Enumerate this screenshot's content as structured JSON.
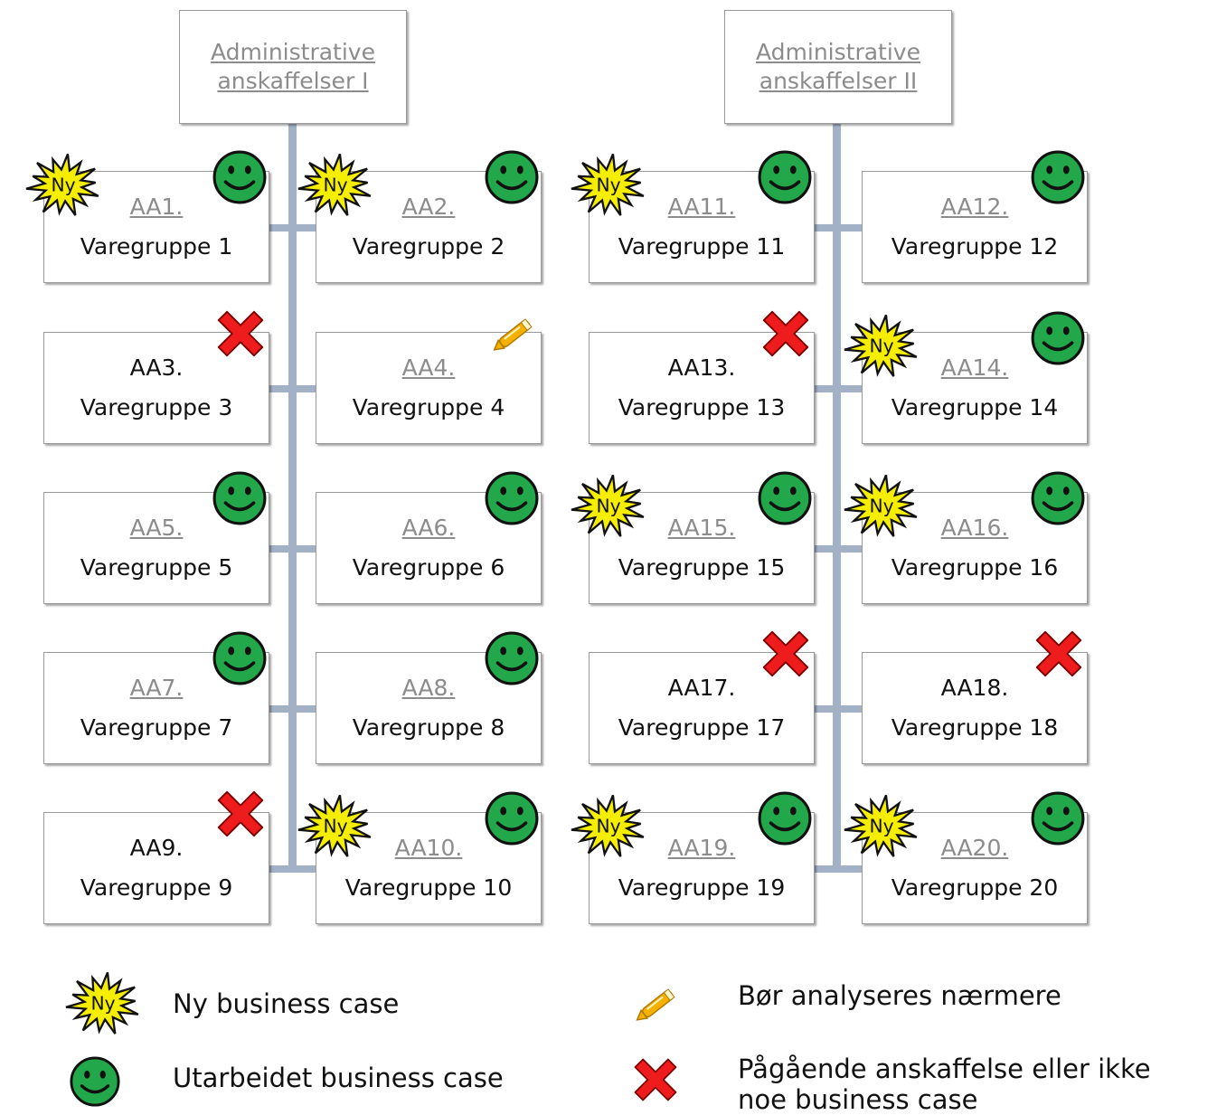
{
  "headers": [
    {
      "line1": "Administrative",
      "line2": "anskaffelser I"
    },
    {
      "line1": "Administrative",
      "line2": "anskaffelser II"
    }
  ],
  "boxes": [
    {
      "code": "AA1.",
      "name": "Varegruppe 1",
      "link": true,
      "status": "utarbeidet",
      "new": true
    },
    {
      "code": "AA2.",
      "name": "Varegruppe 2",
      "link": true,
      "status": "utarbeidet",
      "new": true
    },
    {
      "code": "AA3.",
      "name": "Varegruppe 3",
      "link": false,
      "status": "pagaende",
      "new": false
    },
    {
      "code": "AA4.",
      "name": "Varegruppe 4",
      "link": true,
      "status": "analyseres",
      "new": false
    },
    {
      "code": "AA5.",
      "name": "Varegruppe 5",
      "link": true,
      "status": "utarbeidet",
      "new": false
    },
    {
      "code": "AA6.",
      "name": "Varegruppe 6",
      "link": true,
      "status": "utarbeidet",
      "new": false
    },
    {
      "code": "AA7.",
      "name": "Varegruppe 7",
      "link": true,
      "status": "utarbeidet",
      "new": false
    },
    {
      "code": "AA8.",
      "name": "Varegruppe 8",
      "link": true,
      "status": "utarbeidet",
      "new": false
    },
    {
      "code": "AA9.",
      "name": "Varegruppe 9",
      "link": false,
      "status": "pagaende",
      "new": false
    },
    {
      "code": "AA10.",
      "name": "Varegruppe 10",
      "link": true,
      "status": "utarbeidet",
      "new": true
    },
    {
      "code": "AA11.",
      "name": "Varegruppe 11",
      "link": true,
      "status": "utarbeidet",
      "new": true
    },
    {
      "code": "AA12.",
      "name": "Varegruppe 12",
      "link": true,
      "status": "utarbeidet",
      "new": false
    },
    {
      "code": "AA13.",
      "name": "Varegruppe 13",
      "link": false,
      "status": "pagaende",
      "new": false
    },
    {
      "code": "AA14.",
      "name": "Varegruppe 14",
      "link": true,
      "status": "utarbeidet",
      "new": true
    },
    {
      "code": "AA15.",
      "name": "Varegruppe 15",
      "link": true,
      "status": "utarbeidet",
      "new": true
    },
    {
      "code": "AA16.",
      "name": "Varegruppe 16",
      "link": true,
      "status": "utarbeidet",
      "new": true
    },
    {
      "code": "AA17.",
      "name": "Varegruppe 17",
      "link": false,
      "status": "pagaende",
      "new": false
    },
    {
      "code": "AA18.",
      "name": "Varegruppe 18",
      "link": false,
      "status": "pagaende",
      "new": false
    },
    {
      "code": "AA19.",
      "name": "Varegruppe 19",
      "link": true,
      "status": "utarbeidet",
      "new": true
    },
    {
      "code": "AA20.",
      "name": "Varegruppe 20",
      "link": true,
      "status": "utarbeidet",
      "new": true
    }
  ],
  "badge_text": "Ny",
  "legend": {
    "ny": "Ny business case",
    "utarbeidet": "Utarbeidet business case",
    "analyseres": "Bør analyseres nærmere",
    "pagaende_line1": "Pågående anskaffelse eller ikke",
    "pagaende_line2": "noe business case"
  },
  "colors": {
    "connector": "#a3b1c7",
    "smiley": "#22a84a",
    "cross": "#ee1c1c",
    "starburst": "#f5ee00",
    "pen": "#f6b100"
  }
}
